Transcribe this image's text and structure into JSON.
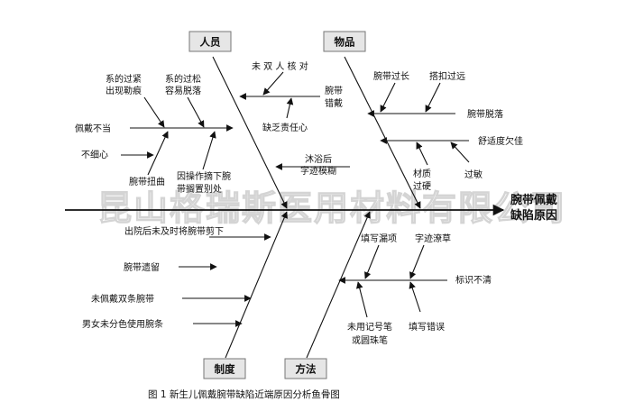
{
  "effect": [
    "腕带佩戴",
    "缺陷原因"
  ],
  "categories": {
    "people": "人员",
    "materials": "物品",
    "system": "制度",
    "methods": "方法"
  },
  "causes": {
    "tight": [
      "系的过紧",
      "出现勒痕"
    ],
    "loose": [
      "系的过松",
      "容易脱落"
    ],
    "improper": "佩戴不当",
    "careless": "不细心",
    "twist": "腕带扭曲",
    "removed": [
      "因操作摘下腕",
      "带搁置别处"
    ],
    "no_double_check": "未 双 人 核 对",
    "mis_wear": [
      "腕带",
      "错戴"
    ],
    "no_responsibility": "缺乏责任心",
    "blurred": [
      "沐浴后",
      "字迹模糊"
    ],
    "too_long": "腕带过长",
    "buckle_far": "搭扣过远",
    "falls_off": "腕带脱落",
    "comfort": "舒适度欠佳",
    "hard_material": [
      "材质",
      "过硬"
    ],
    "allergy": "过敏",
    "not_cut": "出院后未及时将腕带剪下",
    "left_behind": "腕带遗留",
    "double_band": "未佩戴双条腕带",
    "no_color": "男女未分色使用腕条",
    "omission": "填写漏项",
    "scrawl": "字迹潦草",
    "unclear_mark": "标识不清",
    "wrong_pen": [
      "未用记号笔",
      "或圆珠笔"
    ],
    "wrong_fill": "填写错误"
  },
  "watermark": "昆山格瑞斯医用材料有限公司",
  "caption": "图 1  新生儿佩戴腕带缺陷近端原因分析鱼骨图"
}
